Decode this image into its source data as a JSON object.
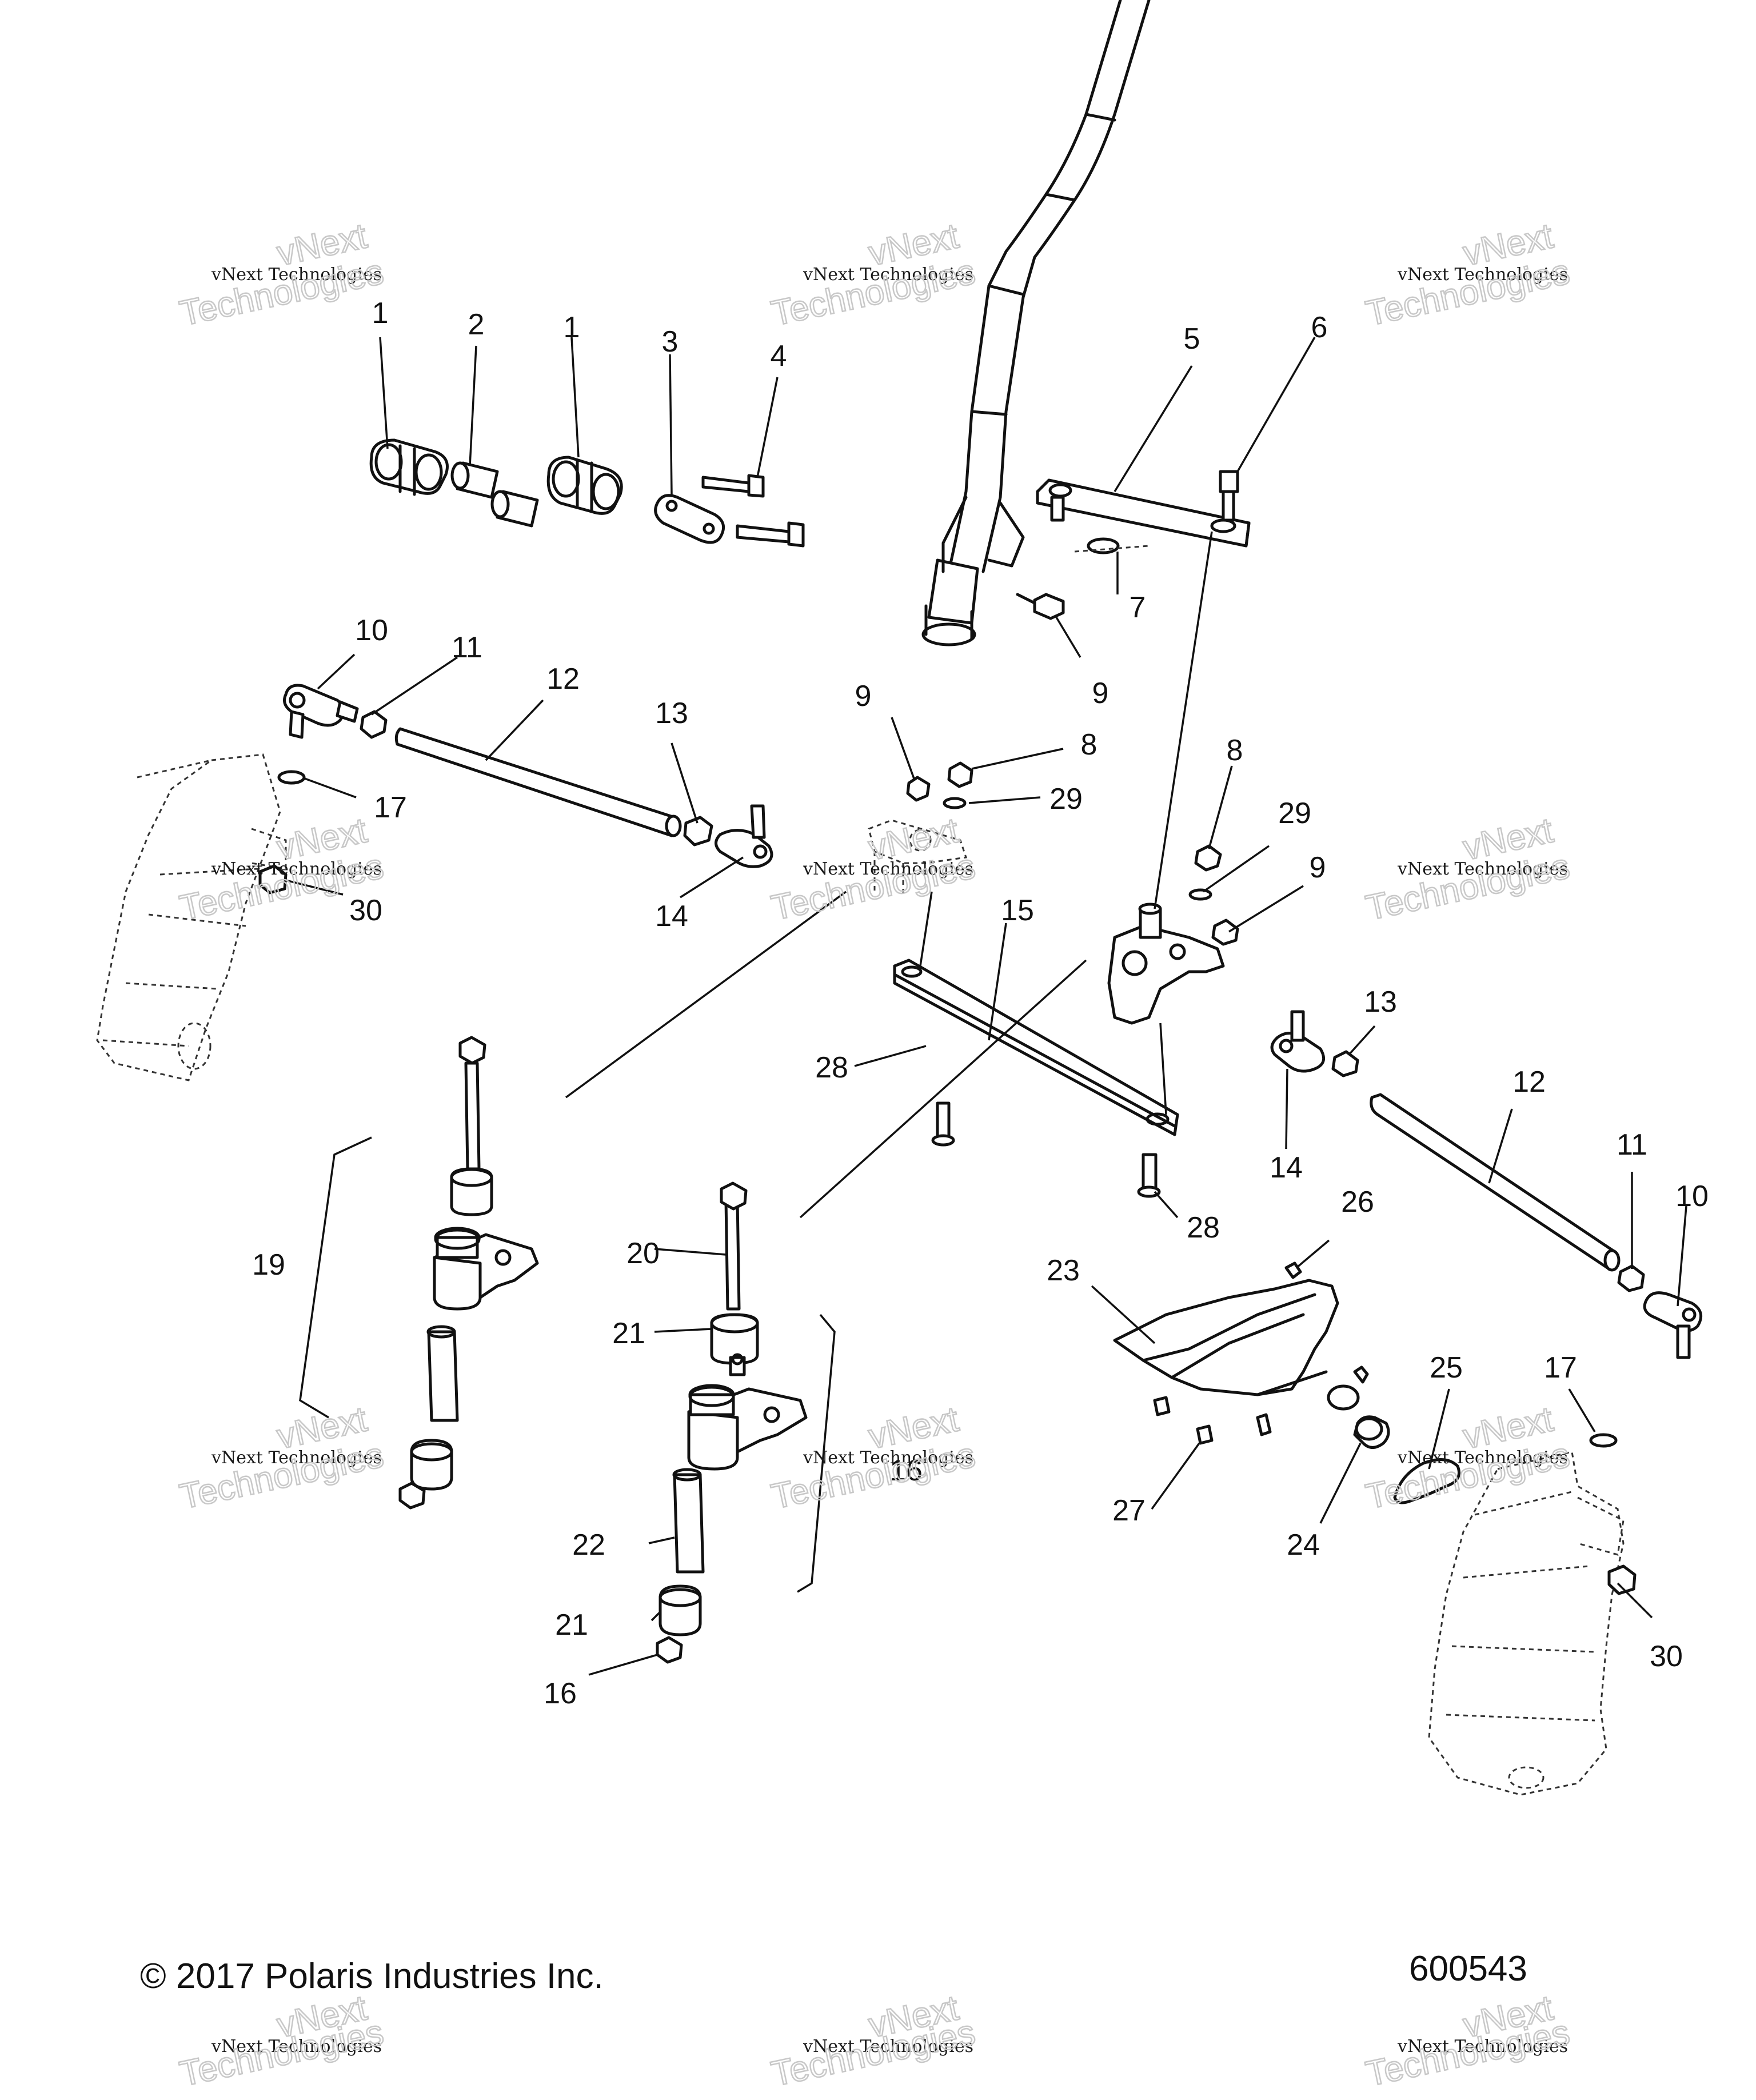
{
  "footer": {
    "copyright": "© 2017 Polaris Industries Inc.",
    "diagram_number": "600543"
  },
  "watermark": {
    "line1": "vNext Technologies",
    "line2": "vNext",
    "line3": "Technologies"
  },
  "callouts": {
    "c1a": "1",
    "c2": "2",
    "c1b": "1",
    "c3": "3",
    "c4": "4",
    "c5": "5",
    "c6": "6",
    "c7": "7",
    "c9a": "9",
    "c10a": "10",
    "c11a": "11",
    "c12a": "12",
    "c13a": "13",
    "c9b": "9",
    "c8a": "8",
    "c29a": "29",
    "c17a": "17",
    "c30a": "30",
    "c14a": "14",
    "c8b": "8",
    "c29b": "29",
    "c9c": "9",
    "c15": "15",
    "c13b": "13",
    "c12b": "12",
    "c28a": "28",
    "c14b": "14",
    "c28b": "28",
    "c11b": "11",
    "c10b": "10",
    "c26": "26",
    "c19": "19",
    "c20": "20",
    "c23": "23",
    "c21a": "21",
    "c25": "25",
    "c17b": "17",
    "c16a": "16",
    "c22": "22",
    "c27": "27",
    "c24": "24",
    "c21b": "21",
    "c30b": "30",
    "c16b": "16"
  }
}
